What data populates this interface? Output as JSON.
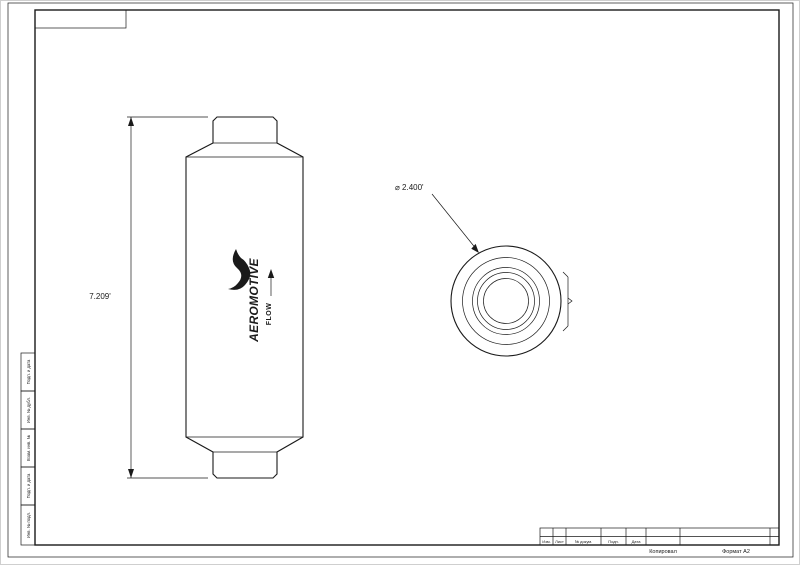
{
  "views": {
    "side_view": {
      "height_dimension": "7.209'",
      "brand_logo": "AEROMOTIVE",
      "flow_label": "FLOW"
    },
    "end_view": {
      "diameter_dimension": "⌀ 2.400'"
    }
  },
  "frame": {
    "left_stamps": [
      "Подп. и дата",
      "Инв. № дубл.",
      "Взам. инв. №",
      "Подп. и дата",
      "Инв. № подл."
    ],
    "title_block": {
      "col_headers": [
        "Изм.",
        "Лист",
        "№ докум.",
        "Подп.",
        "Дата"
      ],
      "copied_label": "Копировал",
      "format_label": "Формат А2"
    }
  },
  "colors": {
    "line": "#1a1a1a",
    "background": "#ffffff"
  }
}
